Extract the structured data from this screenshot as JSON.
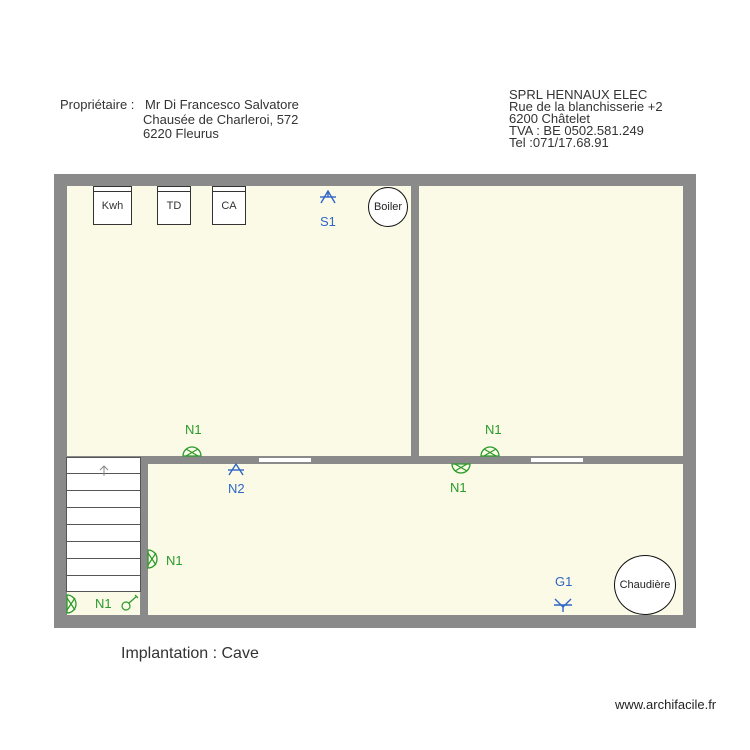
{
  "owner": {
    "label": "Propriétaire :",
    "name": "Mr Di Francesco Salvatore",
    "street": "Chausée de Charleroi, 572",
    "city": "6220 Fleurus"
  },
  "company": {
    "name": "SPRL HENNAUX ELEC",
    "street": "Rue de la blanchisserie +2",
    "city": "6200 Châtelet",
    "vat": "TVA : BE 0502.581.249",
    "tel": "Tel :071/17.68.91"
  },
  "panels": {
    "kwh": "Kwh",
    "td": "TD",
    "ca": "CA"
  },
  "equipment": {
    "boiler": "Boiler",
    "chaudiere": "Chaudière"
  },
  "symbols": {
    "s1": "S1",
    "n1_room1": "N1",
    "n1_room2": "N1",
    "n2": "N2",
    "n1_hall": "N1",
    "n1_stair_wall": "N1",
    "n1_stair_bottom": "N1",
    "g1": "G1"
  },
  "colors": {
    "wall": "#8a8a8a",
    "room_fill": "#fafae6",
    "green_symbol": "#2a9a2a",
    "blue_symbol": "#2f66c6"
  },
  "plan_title": "Implantation : Cave",
  "watermark": "www.archifacile.fr"
}
